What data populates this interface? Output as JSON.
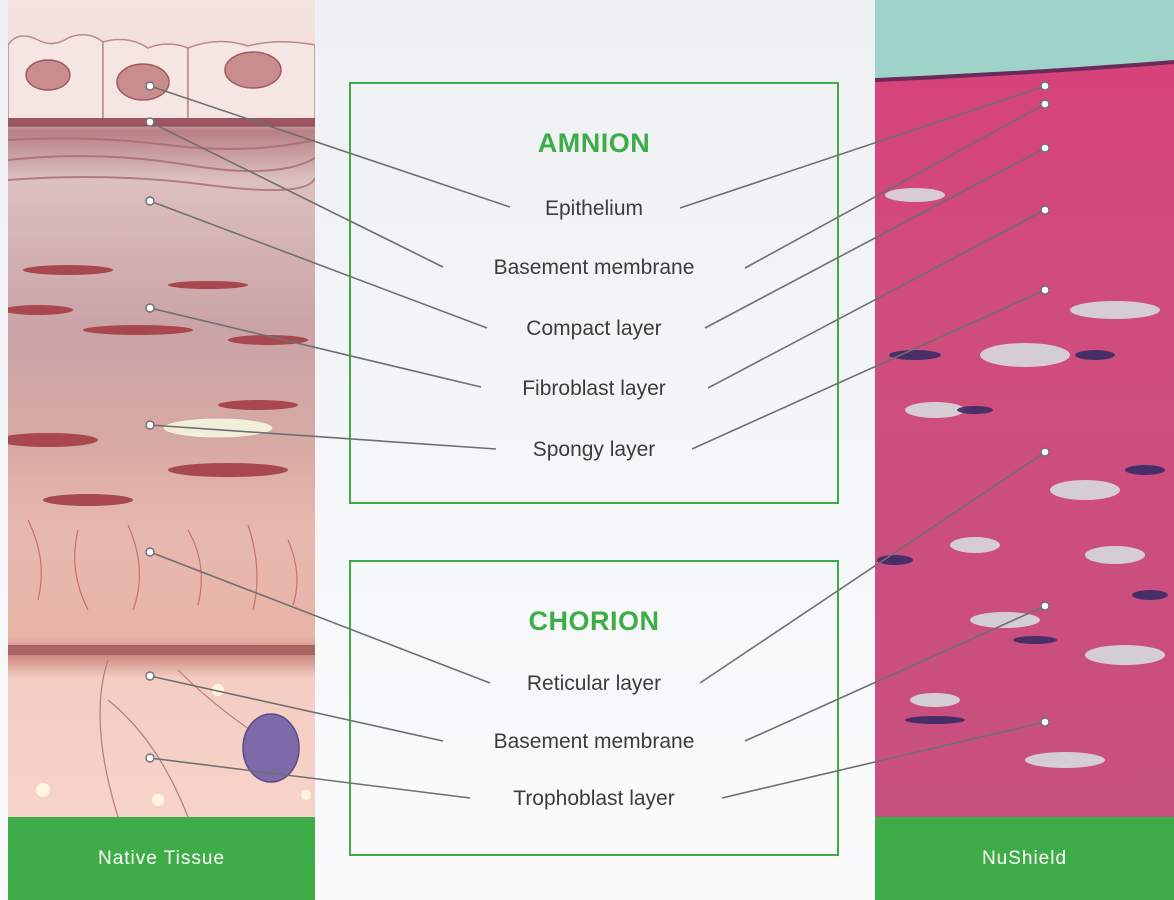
{
  "left_panel": {
    "caption": "Native Tissue"
  },
  "right_panel": {
    "caption": "NuShield"
  },
  "amnion": {
    "title": "AMNION",
    "layers": [
      "Epithelium",
      "Basement membrane",
      "Compact layer",
      "Fibroblast layer",
      "Spongy layer"
    ]
  },
  "chorion": {
    "title": "CHORION",
    "layers": [
      "Reticular layer",
      "Basement membrane",
      "Trophoblast layer"
    ]
  },
  "colors": {
    "accent_green": "#3ead48",
    "connector_gray": "#707070",
    "tissue_pink": "#e9b7ae",
    "histology_magenta": "#cc4a7a"
  }
}
